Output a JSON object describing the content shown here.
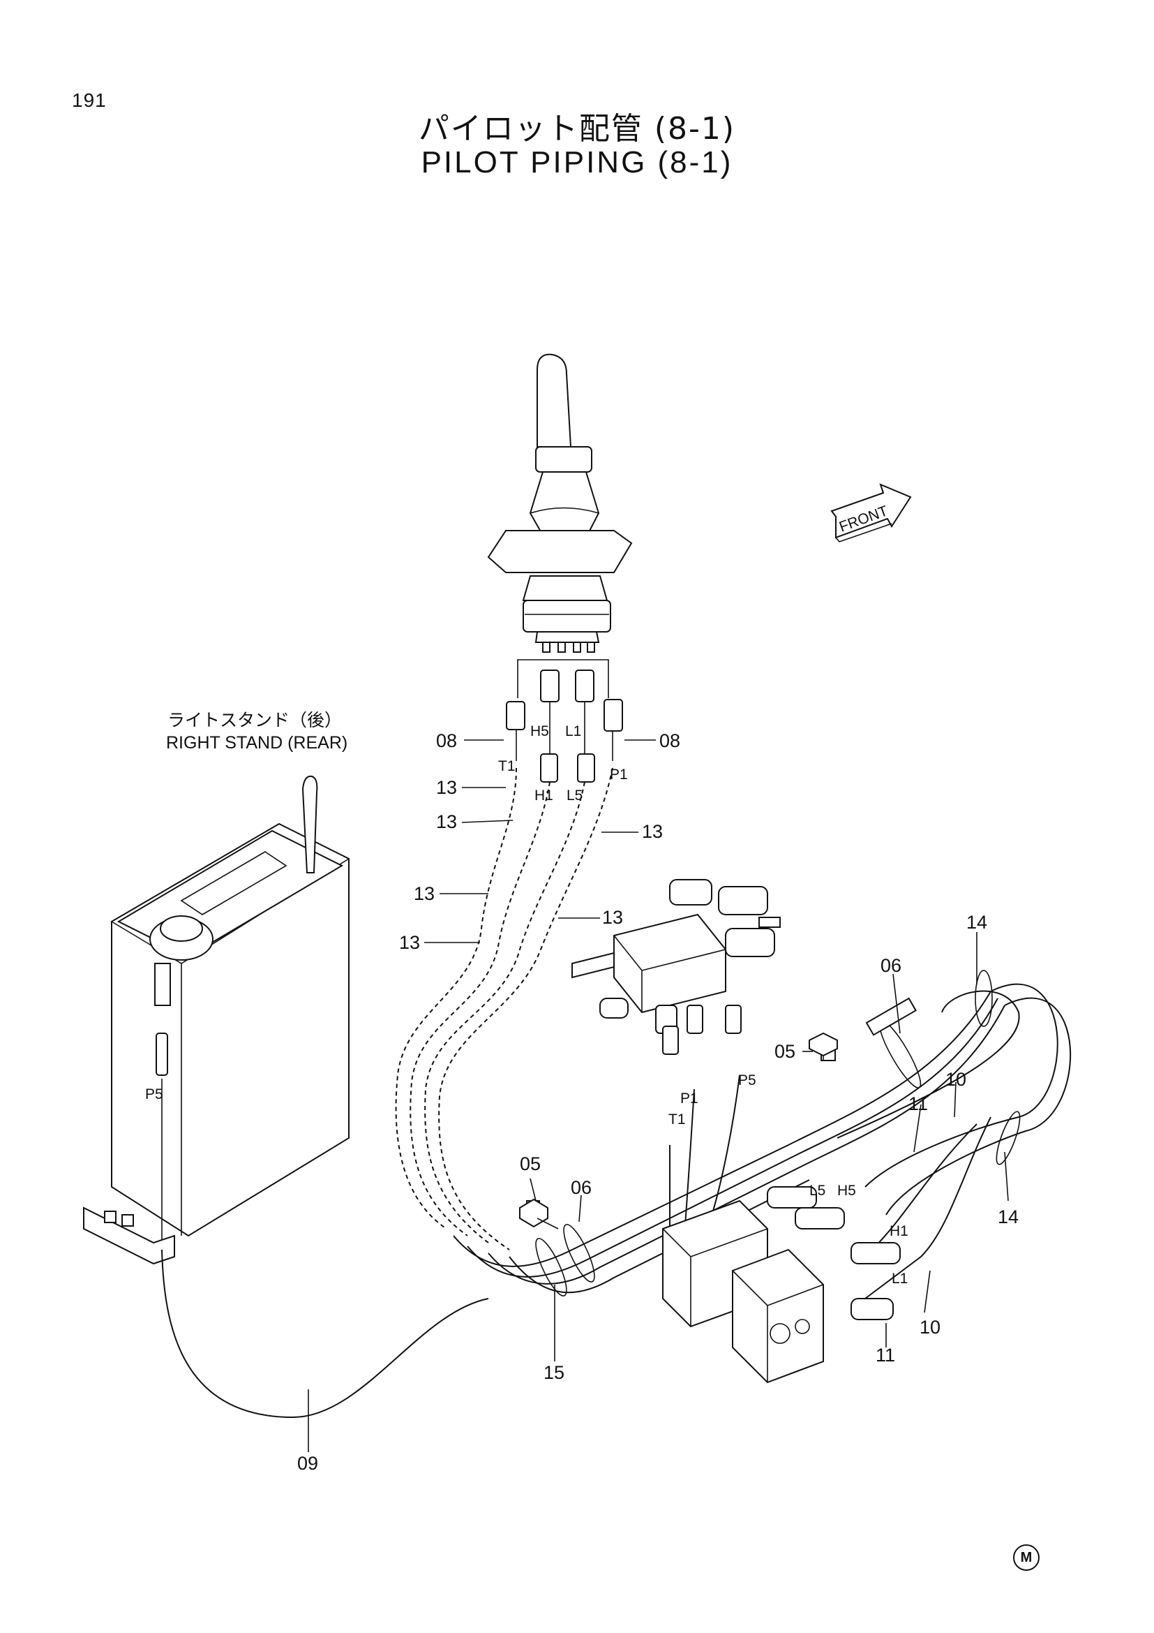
{
  "header": {
    "page_number": "191",
    "title_jp": "パイロット配管 (8-1)",
    "title_en": "PILOT PIPING (8-1)"
  },
  "stand_label": {
    "jp": "ライトスタンド（後）",
    "en": "RIGHT STAND (REAR)"
  },
  "front_label": "FRONT",
  "mark": "M",
  "callouts": {
    "c08a": "08",
    "c08b": "08",
    "c13a": "13",
    "c13b": "13",
    "c13c": "13",
    "c13d": "13",
    "c13e": "13",
    "c13f": "13",
    "c14a": "14",
    "c14b": "14",
    "c06a": "06",
    "c06b": "06",
    "c05a": "05",
    "c05b": "05",
    "c10a": "10",
    "c10b": "10",
    "c11a": "11",
    "c11b": "11",
    "c15": "15",
    "c09": "09"
  },
  "ports": {
    "t1_top": "T1",
    "h5_top": "H5",
    "l1_top": "L1",
    "p1_top": "P1",
    "h1_top": "H1",
    "l5_top": "L5",
    "p5_stand": "P5",
    "p5_valve": "P5",
    "p1_valve": "P1",
    "t1_valve": "T1",
    "l5_right": "L5",
    "h5_right": "H5",
    "h1_right": "H1",
    "l1_right": "L1"
  }
}
